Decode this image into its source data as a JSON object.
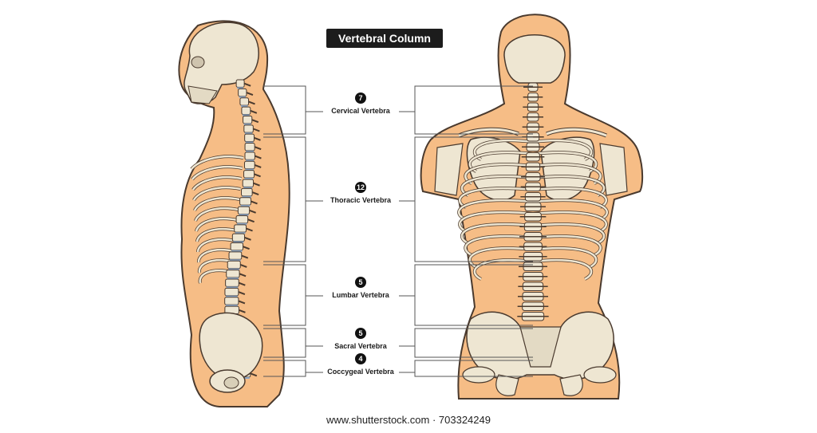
{
  "title": "Vertebral Column",
  "sections": [
    {
      "count": "7",
      "label": "Cervical Vertebra"
    },
    {
      "count": "12",
      "label": "Thoracic Vertebra"
    },
    {
      "count": "5",
      "label": "Lumbar Vertebra"
    },
    {
      "count": "5",
      "label": "Sacral Vertebra"
    },
    {
      "count": "4",
      "label": "Coccygeal Vertebra"
    }
  ],
  "watermark": "www.shutterstock.com · 703324249",
  "colors": {
    "skin": "#f6bd86",
    "outline": "#4a3a2e",
    "bone": "#eee6d2",
    "disc": "#8aa4c4",
    "title_bg": "#1c1c1c"
  }
}
